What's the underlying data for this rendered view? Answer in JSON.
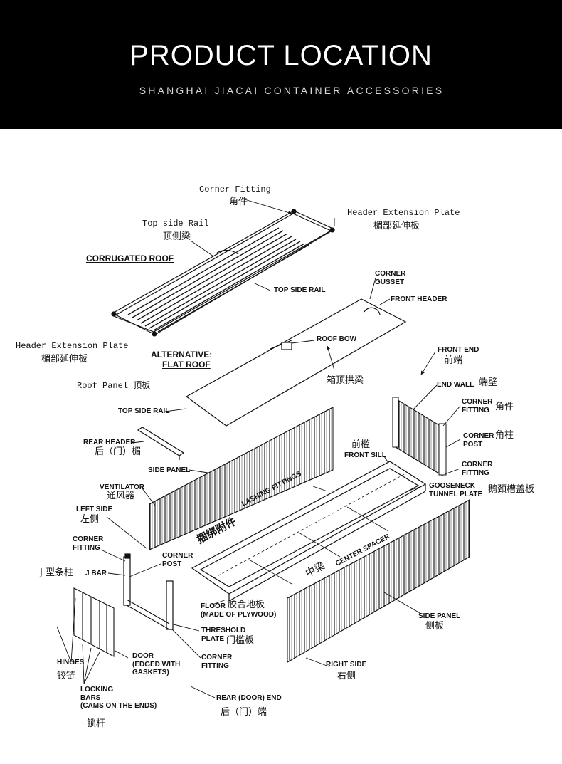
{
  "header": {
    "title": "PRODUCT LOCATION",
    "subtitle": "SHANGHAI JIACAI CONTAINER ACCESSORIES"
  },
  "labels": {
    "corner_fitting_top": "Corner Fitting",
    "corner_fitting_top_cn": "角件",
    "header_ext_plate_1": "Header Extension Plate",
    "header_ext_plate_1_cn": "楣部延伸板",
    "top_side_rail_1": "Top side Rail",
    "top_side_rail_1_cn": "顶侧梁",
    "corrugated_roof": "CORRUGATED ROOF",
    "top_side_rail_2": "TOP SIDE RAIL",
    "corner_gusset": "CORNER\nGUSSET",
    "front_header": "FRONT HEADER",
    "roof_bow": "ROOF BOW",
    "roof_bow_cn": "箱顶拱梁",
    "header_ext_plate_2": "Header Extension Plate",
    "header_ext_plate_2_cn": "楣部延伸板",
    "alternative_flat_roof_1": "ALTERNATIVE:",
    "alternative_flat_roof_2": "FLAT ROOF",
    "roof_panel": "Roof Panel 顶板",
    "top_side_rail_3": "TOP SIDE RAIL",
    "front_end": "FRONT END",
    "front_end_cn": "前端",
    "end_wall": "END WALL",
    "end_wall_cn": "端壁",
    "corner_fitting_fe": "CORNER\nFITTING",
    "corner_fitting_fe_cn": "角件",
    "corner_post_fe": "CORNER\nPOST",
    "corner_post_fe_cn": "角柱",
    "corner_fitting_fe2": "CORNER\nFITTING",
    "front_sill_cn": "前槛",
    "front_sill": "FRONT SILL",
    "rear_header": "REAR HEADER",
    "rear_header_cn": "后（门）楣",
    "side_panel_left": "SIDE PANEL",
    "ventilator": "VENTILATOR",
    "ventilator_cn": "通风器",
    "left_side": "LEFT SIDE",
    "left_side_cn": "左侧",
    "lashing_fittings": "LASHING FITTINGS",
    "lashing_fittings_cn": "捆绑附件",
    "gooseneck": "GOOSENECK\nTUNNEL PLATE",
    "gooseneck_cn": "鹅颈槽盖板",
    "center_spacer": "CENTER SPACER",
    "center_spacer_cn": "中梁",
    "corner_fitting_rear": "CORNER\nFITTING",
    "corner_post_rear": "CORNER\nPOST",
    "j_bar_cn": "J 型条柱",
    "j_bar": "J BAR",
    "floor": "FLOOR",
    "floor_cn": "胶合地板",
    "made_of_plywood": "(MADE OF PLYWOOD)",
    "threshold_plate": "THRESHOLD\nPLATE",
    "threshold_plate_cn": "门槛板",
    "side_panel_right": "SIDE PANEL",
    "side_panel_right_cn": "侧板",
    "hinges": "HINGES",
    "hinges_cn": "铰链",
    "door": "DOOR\n(EDGED WITH\nGASKETS)",
    "corner_fitting_rear2": "CORNER\nFITTING",
    "locking_bars": "LOCKING\nBARS\n(CAMS ON THE ENDS)",
    "locking_bars_cn": "锁杆",
    "right_side": "RIGHT SIDE",
    "right_side_cn": "右侧",
    "rear_door_end": "REAR (DOOR) END",
    "rear_door_end_cn": "后（门）端"
  }
}
